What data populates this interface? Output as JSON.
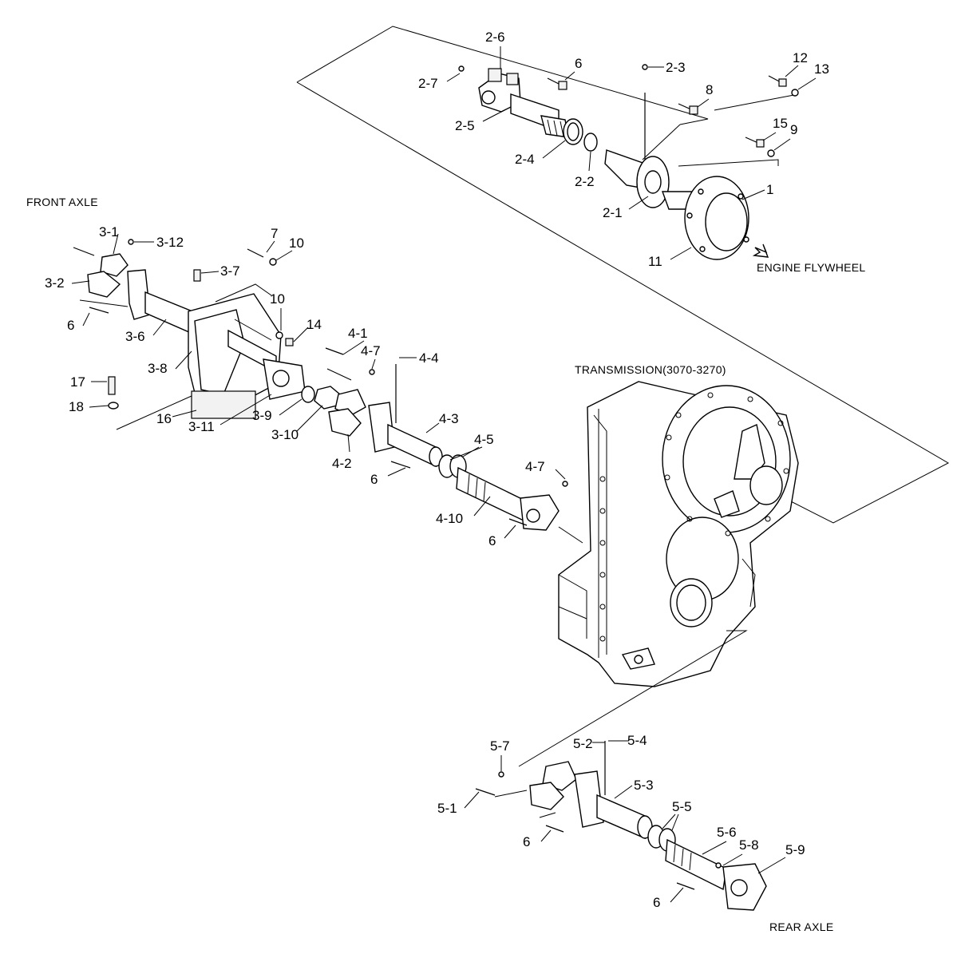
{
  "section_labels": {
    "front_axle": "FRONT AXLE",
    "engine_flywheel": "ENGINE FLYWHEEL",
    "transmission": "TRANSMISSION(3070-3270)",
    "rear_axle": "REAR AXLE"
  },
  "callouts": [
    "2-6",
    "6",
    "2-7",
    "2-3",
    "12",
    "13",
    "8",
    "2-5",
    "15",
    "9",
    "2-4",
    "2-2",
    "1",
    "2-1",
    "11",
    "3-1",
    "3-12",
    "7",
    "10",
    "3-2",
    "3-7",
    "10",
    "14",
    "6",
    "3-6",
    "4-1",
    "4-7",
    "4-4",
    "3-8",
    "17",
    "18",
    "3-9",
    "16",
    "3-11",
    "3-10",
    "4-3",
    "4-5",
    "4-2",
    "6",
    "4-7",
    "4-10",
    "6",
    "5-2",
    "5-4",
    "5-7",
    "5-3",
    "5-5",
    "5-1",
    "6",
    "5-6",
    "5-8",
    "5-9",
    "6"
  ],
  "colors": {
    "line": "#000000",
    "background": "#ffffff"
  }
}
